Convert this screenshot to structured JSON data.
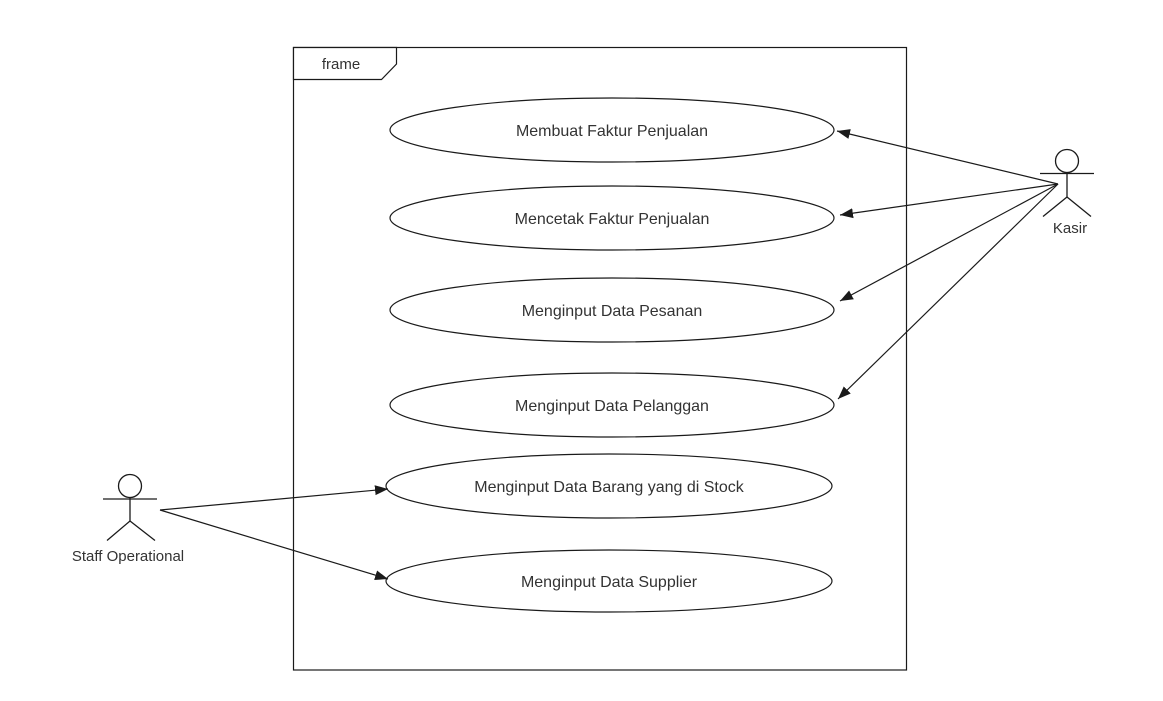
{
  "diagram": {
    "kind": "uml-use-case-diagram",
    "frame": {
      "label": "frame"
    },
    "use_cases": [
      {
        "label": "Membuat Faktur Penjualan"
      },
      {
        "label": "Mencetak Faktur Penjualan"
      },
      {
        "label": "Menginput Data Pesanan"
      },
      {
        "label": "Menginput Data Pelanggan"
      },
      {
        "label": "Menginput Data Barang yang di Stock"
      },
      {
        "label": "Menginput Data Supplier"
      }
    ],
    "actors": [
      {
        "label": "Kasir",
        "connects_to": [
          "Membuat Faktur Penjualan",
          "Mencetak Faktur Penjualan",
          "Menginput Data Pesanan",
          "Menginput Data Pelanggan"
        ]
      },
      {
        "label": "Staff Operational",
        "connects_to": [
          "Menginput Data Barang yang di Stock",
          "Menginput Data Supplier"
        ]
      }
    ],
    "colors": {
      "background": "#ffffff",
      "stroke": "#1a1a1a",
      "text": "#333333",
      "shape_fill": "#ffffff"
    }
  }
}
